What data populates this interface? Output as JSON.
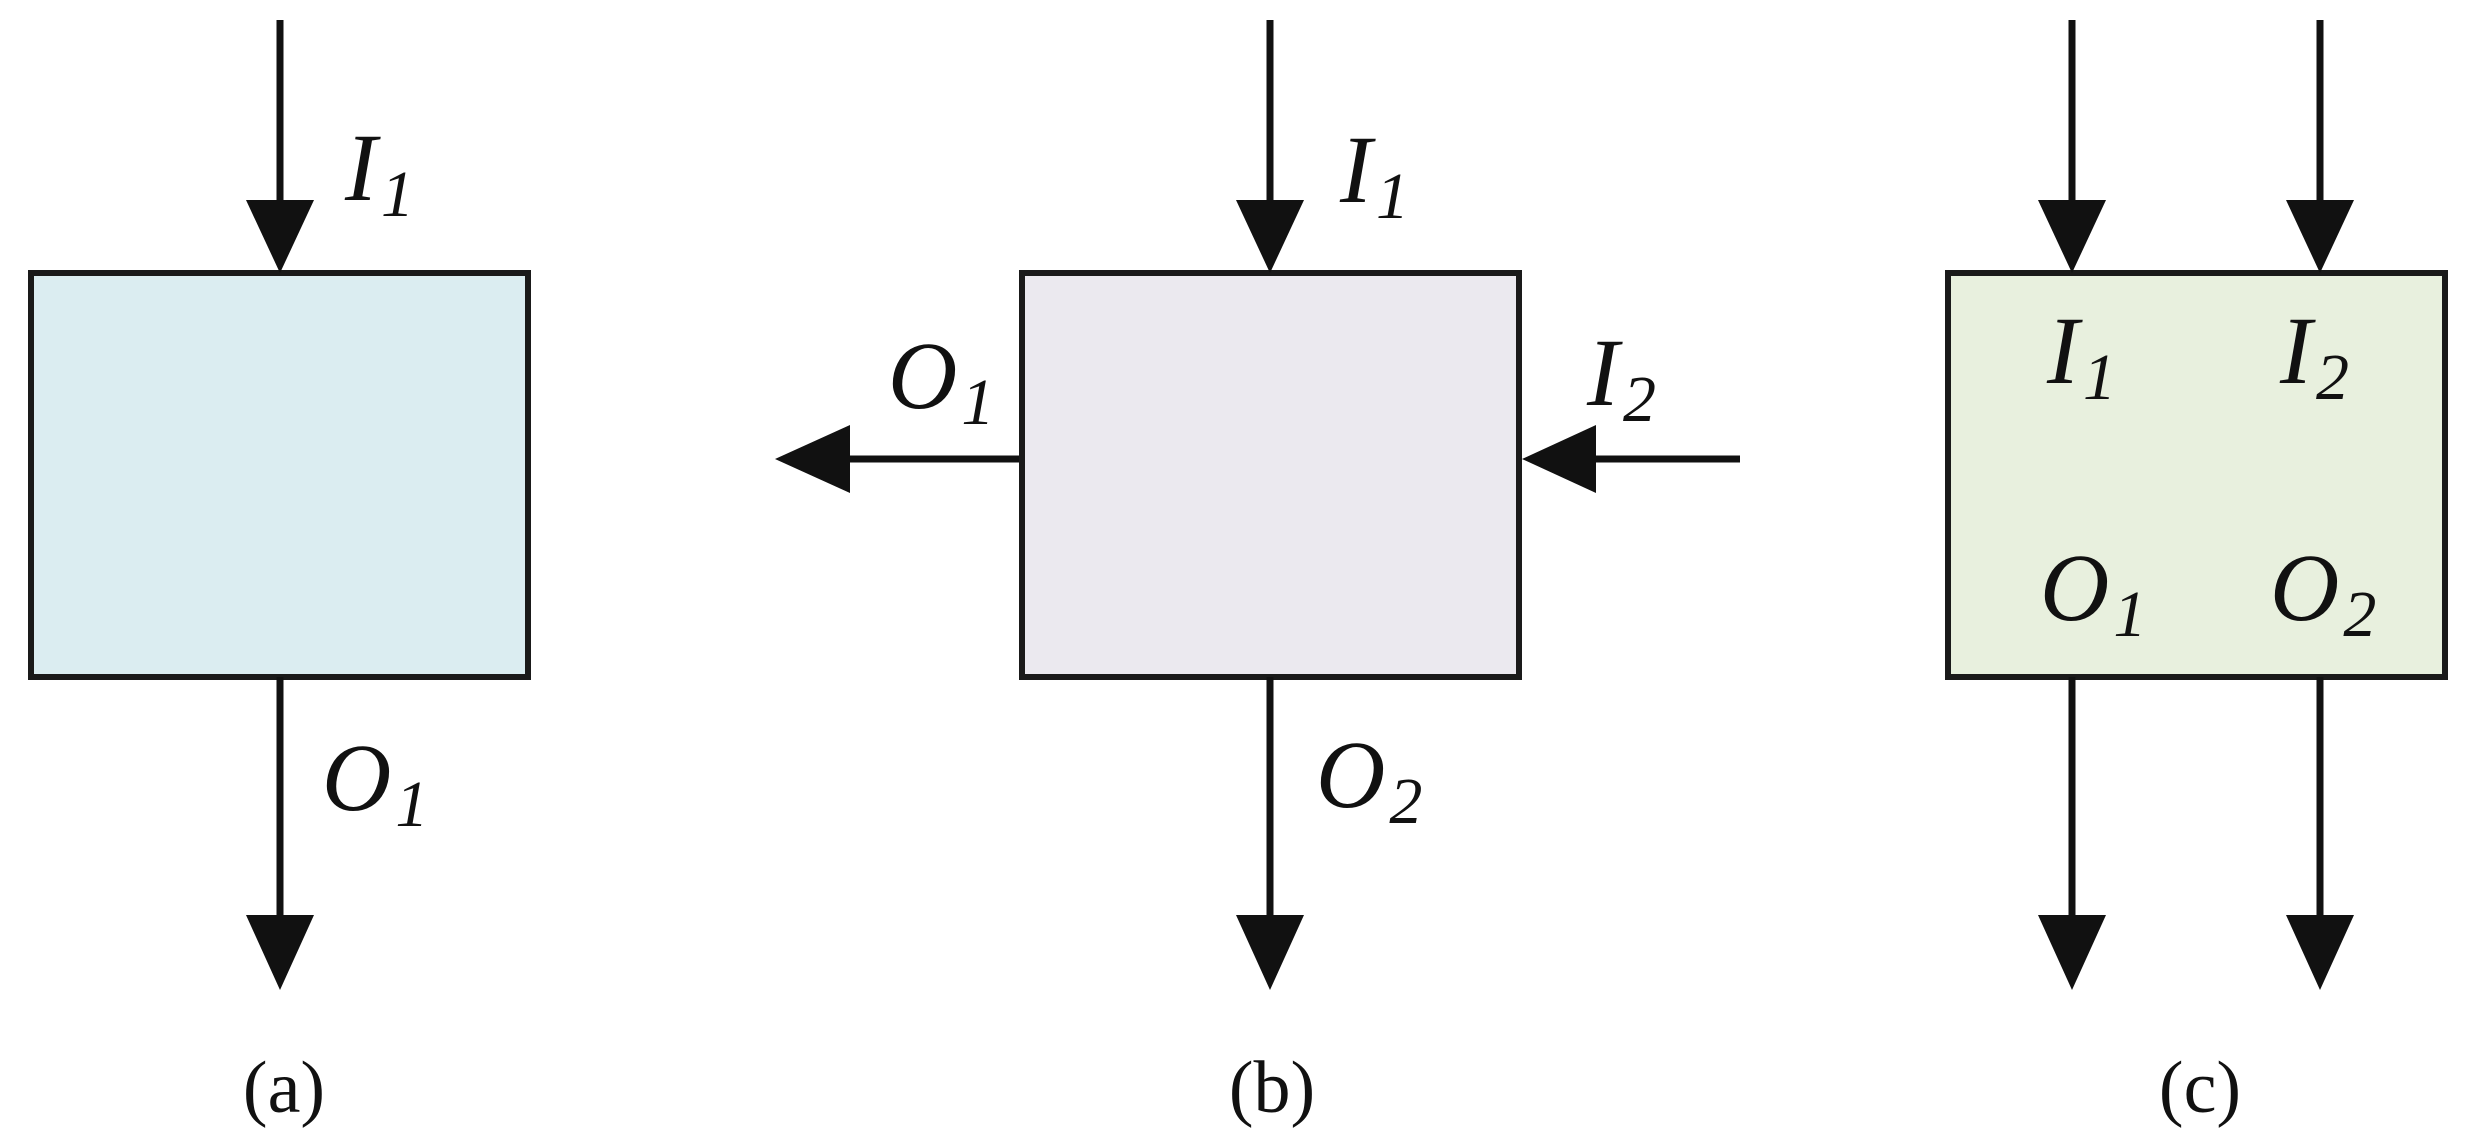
{
  "panels": [
    {
      "caption": "(a)",
      "fill": "#dbedf1",
      "labels": {
        "in1": {
          "main": "I",
          "sub": "1"
        },
        "out1": {
          "main": "O",
          "sub": "1"
        }
      }
    },
    {
      "caption": "(b)",
      "fill": "#ebe9ef",
      "labels": {
        "in1": {
          "main": "I",
          "sub": "1"
        },
        "in2": {
          "main": "I",
          "sub": "2"
        },
        "out1": {
          "main": "O",
          "sub": "1"
        },
        "out2": {
          "main": "O",
          "sub": "2"
        }
      }
    },
    {
      "caption": "(c)",
      "fill": "#e8f0de",
      "labels": {
        "in1": {
          "main": "I",
          "sub": "1"
        },
        "in2": {
          "main": "I",
          "sub": "2"
        },
        "out1": {
          "main": "O",
          "sub": "1"
        },
        "out2": {
          "main": "O",
          "sub": "2"
        }
      }
    }
  ]
}
